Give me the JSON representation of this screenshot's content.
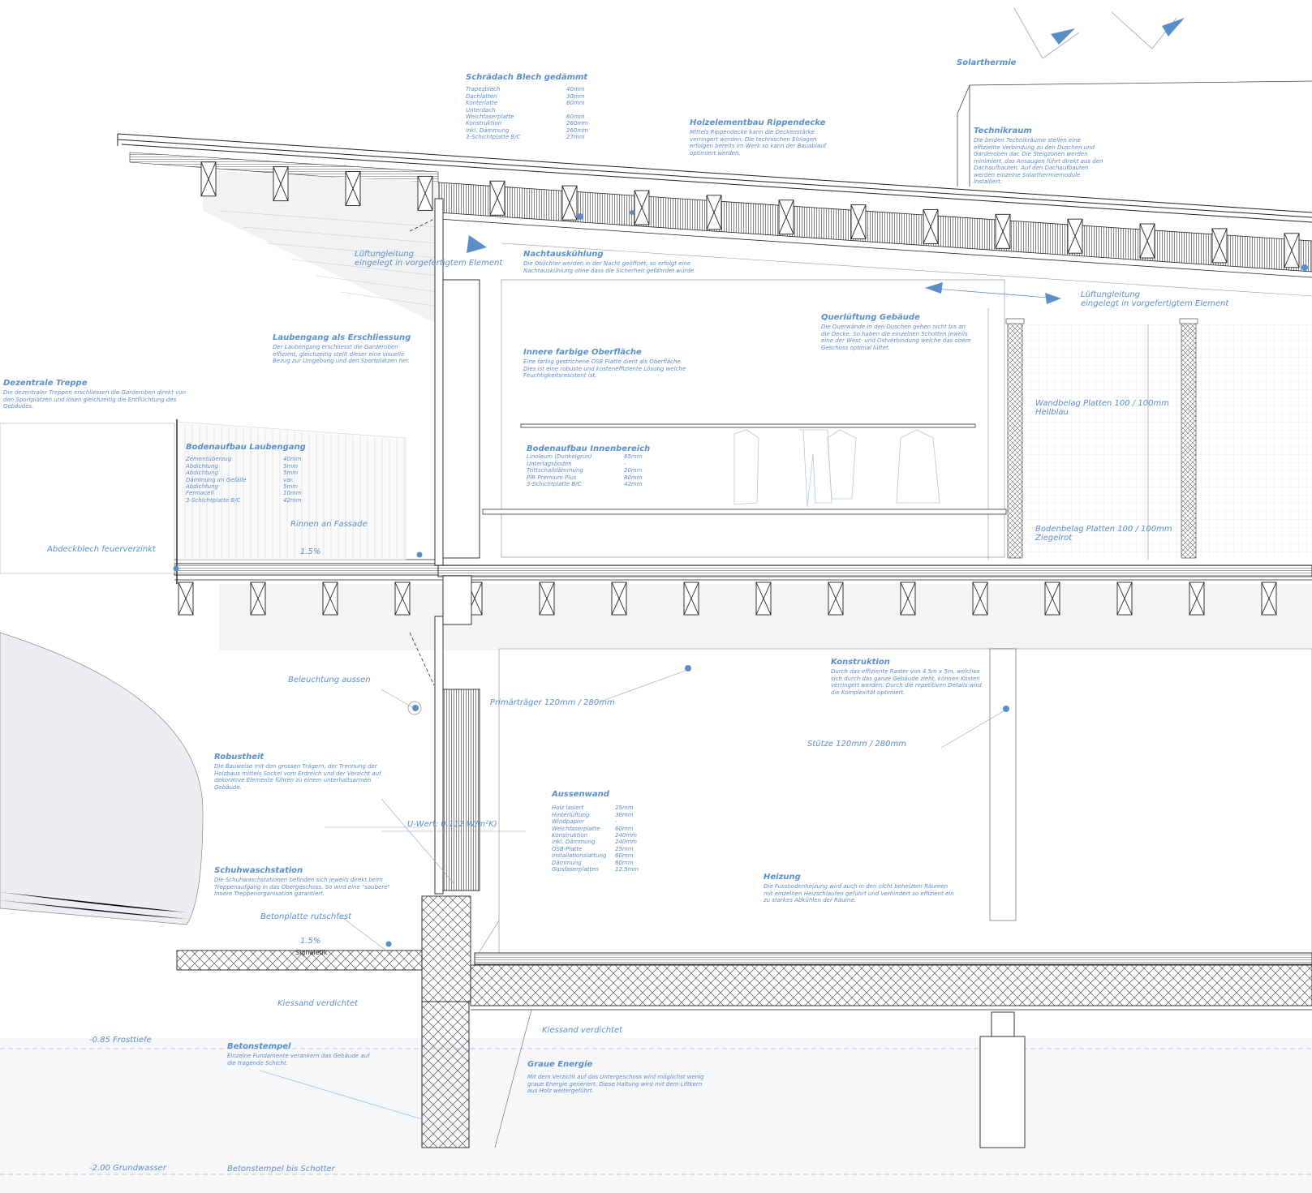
{
  "annotations": {
    "solarthermie": "Solarthermie",
    "technikraum": {
      "title": "Technikraum",
      "body": "Die beiden Technikräume stellen eine effiziente Verbindung zu den Duschen und Garderoben dar. Die Steigzonen werden minimiert, das Ansaugen führt direkt aus den Dachaufbauten. Auf den Dachaufbauten werden einzelne Solarthermiemodule installiert."
    },
    "holzelementbau": {
      "title": "Holzelementbau Rippendecke",
      "body": "Mittels Rippendecke kann die Deckenstärke verringert werden. Die technischen Einlagen erfolgen bereits im Werk so kann der Bauablauf optimiert werden."
    },
    "nachtauskuehlung": {
      "title": "Nachtauskühlung",
      "body": "Die Oblichter werden in der Nacht geöffnet, so erfolgt eine Nachtauskühlung ohne dass die Sicherheit gefährdet würde."
    },
    "querlueftung": {
      "title": "Querlüftung Gebäude",
      "body": "Die Querwände in den Duschen gehen nicht bis an die Decke. So haben die einzelnen Schotten jeweils eine der West- und Ostverbindung welche das obere Geschoss optimal lüftet."
    },
    "laubengang": {
      "title": "Laubengang als Erschliessung",
      "body": "Der Laubengang erschliesst die Garderoben effizient, gleichzeitig stellt dieser eine visuelle Bezug zur Umgebung und den Sportplätzen her."
    },
    "innere_oberflaeche": {
      "title": "Innere farbige Oberfläche",
      "body": "Eine farbig gestrichene OSB Platte dient als Oberfläche. Dies ist eine robuste und kosteneffiziente Lösung welche Feuchtigkeitsresistent ist."
    },
    "dezentrale_treppe": {
      "title": "Dezentrale Treppe",
      "body": "Die dezentraler Treppen erschliessen die Garderoben direkt von den Sportplätzen und lösen gleichzeitig die Entflüchtung des Gebäudes."
    },
    "konstruktion": {
      "title": "Konstruktion",
      "body": "Durch das effiziente Raster von 4.5m x 5m, welches sich durch das ganze Gebäude zieht, können Kosten verringert werden. Durch die repetitiven Details wird die Komplexität optimiert."
    },
    "robustheit": {
      "title": "Robustheit",
      "body": "Die Bauweise mit den grossen Trägern, der Trennung der Holzbaus mittels Sockel vom Erdreich und der Verzicht auf dekorative Elemente führen zu einem unterhaltsarmen Gebäude."
    },
    "schuhwaschstation": {
      "title": "Schuhwaschstation",
      "body": "Die Schuhwaschstationen befinden sich jeweils direkt beim Treppenaufgang in das Obergeschoss. So wird eine \"saubere\" innere Treppenorganisation garantiert."
    },
    "heizung": {
      "title": "Heizung",
      "body": "Die Fussbodenheizung wird auch in den nicht beheizten Räumen mit einzelnen Heizschlaufen geführt und verhindert so effizient ein zu starkes Abkühlen der Räume."
    },
    "betonstempel": {
      "title": "Betonstempel",
      "body": "Einzelne Fundamente verankern das Gebäude auf die tragende Schicht."
    },
    "graue_energie": {
      "title": "Graue Energie",
      "body": "Mit dem Verzicht auf das Untergeschoss wird möglichst wenig graue Energie generiert. Diese Haltung wird mit dem Liftkern aus Holz weitergeführt."
    }
  },
  "layer_tables": {
    "schraegdach": {
      "title": "Schrädach Blech gedämmt",
      "rows": [
        [
          "Trapezblech",
          "40mm"
        ],
        [
          "Dachlatten",
          "30mm"
        ],
        [
          "Konterlatte",
          "80mm"
        ],
        [
          "Unterdach",
          ""
        ],
        [
          "Weichfaserplatte",
          "60mm"
        ],
        [
          "Konstruktion",
          "260mm"
        ],
        [
          " inkl. Dämmung",
          "260mm"
        ],
        [
          "3-Schichtplatte B/C",
          "27mm"
        ]
      ]
    },
    "bodenaufbau_laubengang": {
      "title": "Bodenaufbau Laubengang",
      "rows": [
        [
          "Zementüberzug",
          "40mm"
        ],
        [
          "Abdichtung",
          "5mm"
        ],
        [
          "Abdichtung",
          "5mm"
        ],
        [
          "Dämmung im Gefälle",
          "var."
        ],
        [
          "Abdichtung",
          "5mm"
        ],
        [
          "Fermacell",
          "10mm"
        ],
        [
          "3-Schichtplatte B/C",
          "42mm"
        ]
      ]
    },
    "bodenaufbau_innen": {
      "title": "Bodenaufbau Innenbereich",
      "rows": [
        [
          "Linoleum (Dunkelgrün)",
          "65mm"
        ],
        [
          "Unterlagsboden",
          "-"
        ],
        [
          "Trittschalldämmung",
          "20mm"
        ],
        [
          "PIR Premium Plus",
          "80mm"
        ],
        [
          "3-Schichtplatte B/C",
          "42mm"
        ]
      ]
    },
    "aussenwand": {
      "title": "Aussenwand",
      "rows": [
        [
          "Holz lasiert",
          "25mm"
        ],
        [
          "Hinterlüftung",
          "30mm"
        ],
        [
          "Windpapier",
          "-"
        ],
        [
          "Weichfaserplatte",
          "60mm"
        ],
        [
          "Konstruktion",
          "240mm"
        ],
        [
          " inkl. Dämmung",
          "240mm"
        ],
        [
          "OSB-Platte",
          "25mm"
        ],
        [
          "Installationslattung",
          "60mm"
        ],
        [
          "Dämmung",
          "60mm"
        ],
        [
          "Gipsfaserplatten",
          "12.5mm"
        ]
      ]
    }
  },
  "labels": {
    "lueftung_links": "Lüftungleitung\neingelegt in vorgefertigtem Element",
    "lueftung_rechts": "Lüftungleitung\neingelegt in vorgefertigtem Element",
    "wandbelag": "Wandbelag Platten 100 / 100mm\nHellblau",
    "bodenbelag": "Bodenbelag Platten 100 / 100mm\nZiegelrot",
    "rinnen": "Rinnen an Fassade",
    "abdeckblech": "Abdeckblech feuerverzinkt",
    "gefaelle_oben": "1.5%",
    "beleuchtung": "Beleuchtung aussen",
    "primaertraeger": "Primärträger 120mm / 280mm",
    "stuetze": "Stütze 120mm / 280mm",
    "uwert": "U-Wert: 0.112 W/m²K)",
    "betonplatte": "Betonplatte rutschfest",
    "gefaelle_unten": "1.5%",
    "signaletik": "Signaletik",
    "kiessand_links": "Kiessand verdichtet",
    "kiessand_rechts": "Kiessand verdichtet",
    "frosttiefe": "-0.85 Frosttiefe",
    "grundwasser": "-2.00 Grundwasser",
    "betonstempel_schotter": "Betonstempel bis Schotter"
  },
  "colors": {
    "accent": "#5b8ec9",
    "line": "#222222",
    "light_line": "#b8bcc2",
    "fill_light": "#eef0f3"
  }
}
